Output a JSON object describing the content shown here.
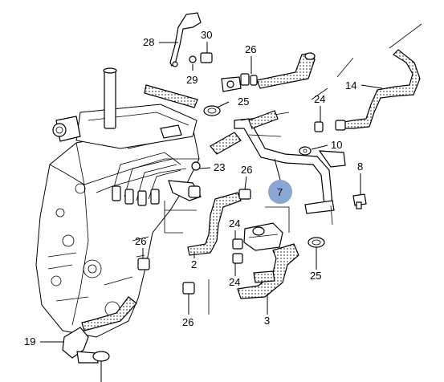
{
  "highlight_color": "#8aa6d4",
  "callouts": {
    "c28": "28",
    "c30": "30",
    "c29": "29",
    "c26_top": "26",
    "c14": "14",
    "c25_top": "25",
    "c24_top": "24",
    "c10": "10",
    "c23": "23",
    "c26_mid": "26",
    "c7": "7",
    "c8": "8",
    "c24_mid": "24",
    "c26_left": "26",
    "c2": "2",
    "c24_low": "24",
    "c25_right": "25",
    "c3": "3",
    "c26_bottom": "26",
    "c19": "19"
  }
}
